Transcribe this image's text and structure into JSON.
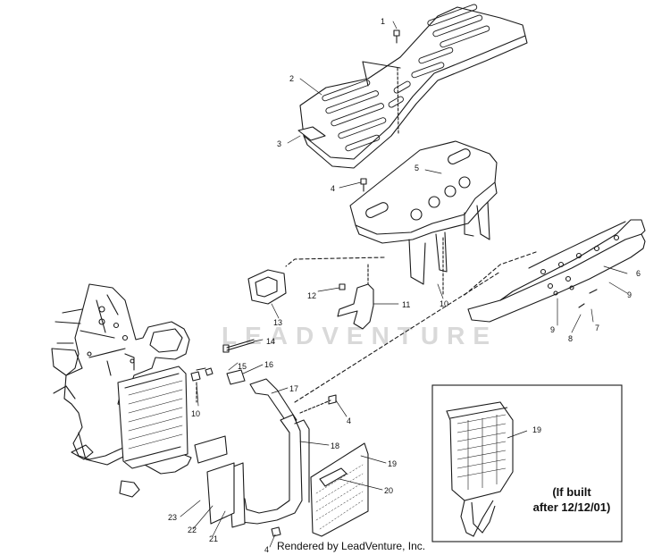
{
  "callouts": [
    {
      "id": "c1",
      "label": "1"
    },
    {
      "id": "c2",
      "label": "2"
    },
    {
      "id": "c3",
      "label": "3"
    },
    {
      "id": "c4a",
      "label": "4"
    },
    {
      "id": "c5",
      "label": "5"
    },
    {
      "id": "c6",
      "label": "6"
    },
    {
      "id": "c7",
      "label": "7"
    },
    {
      "id": "c8",
      "label": "8"
    },
    {
      "id": "c9a",
      "label": "9"
    },
    {
      "id": "c9b",
      "label": "9"
    },
    {
      "id": "c10a",
      "label": "10"
    },
    {
      "id": "c11",
      "label": "11"
    },
    {
      "id": "c12",
      "label": "12"
    },
    {
      "id": "c13",
      "label": "13"
    },
    {
      "id": "c14",
      "label": "14"
    },
    {
      "id": "c15",
      "label": "15"
    },
    {
      "id": "c16",
      "label": "16"
    },
    {
      "id": "c17",
      "label": "17"
    },
    {
      "id": "c10b",
      "label": "10"
    },
    {
      "id": "c4b",
      "label": "4"
    },
    {
      "id": "c18",
      "label": "18"
    },
    {
      "id": "c19a",
      "label": "19"
    },
    {
      "id": "c20",
      "label": "20"
    },
    {
      "id": "c23",
      "label": "23"
    },
    {
      "id": "c22",
      "label": "22"
    },
    {
      "id": "c21",
      "label": "21"
    },
    {
      "id": "c4c",
      "label": "4"
    },
    {
      "id": "c19b",
      "label": "19"
    }
  ],
  "inset": {
    "caption_line1": "(If built",
    "caption_line2": "after 12/12/01)"
  },
  "footer": {
    "credit": "Rendered by LeadVenture, Inc."
  },
  "watermark": {
    "text": "LEADVENTURE"
  },
  "colors": {
    "line": "#1a1a1a",
    "watermark": "#d9d9d9",
    "background": "#ffffff"
  }
}
